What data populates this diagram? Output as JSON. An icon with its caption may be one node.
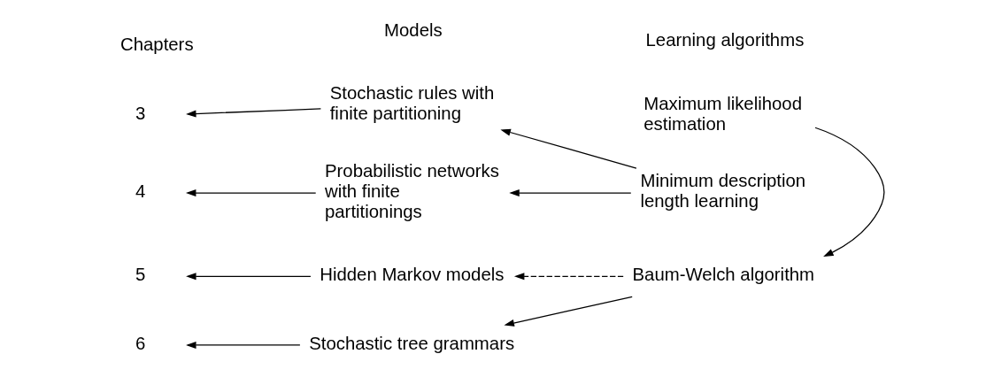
{
  "diagram": {
    "nodes": [
      {
        "text": [
          "3"
        ]
      },
      {
        "text": [
          "Stochastic rules with finite partitioning"
        ]
      },
      {
        "text": [
          "Maximum likelihood estimation"
        ]
      },
      {
        "text": [
          "4"
        ]
      },
      {
        "text": [
          "Probabilistic networks with finite partitionings"
        ]
      },
      {
        "text": [
          "Minimum description length learning"
        ]
      },
      {
        "text": [
          "5"
        ]
      },
      {
        "text": [
          "Hidden Markov models"
        ]
      },
      {
        "text": [
          "Baum-Welch algorithm"
        ]
      },
      {
        "text": [
          "6"
        ]
      },
      {
        "text": [
          "Stochastic tree grammars"
        ]
      }
    ],
    "edges": [
      {
        "from": 1,
        "to": 0,
        "arrow": "to"
      },
      {
        "from": 4,
        "to": 3,
        "arrow": "to"
      },
      {
        "from": 7,
        "to": 6,
        "arrow": "to"
      },
      {
        "from": 10,
        "to": 9,
        "arrow": "to"
      },
      {
        "from": 5,
        "to": 1,
        "arrow": "to"
      },
      {
        "from": 5,
        "to": 4,
        "arrow": "to"
      },
      {
        "from": 8,
        "to": 7,
        "arrow": "to",
        "style": "dashed"
      },
      {
        "from": 8,
        "to": 10,
        "arrow": "to"
      },
      {
        "from": 2,
        "to": 8,
        "arrow": "to"
      }
    ],
    "labels": [
      "Chapters",
      "Models",
      "Learning algorithms"
    ]
  }
}
